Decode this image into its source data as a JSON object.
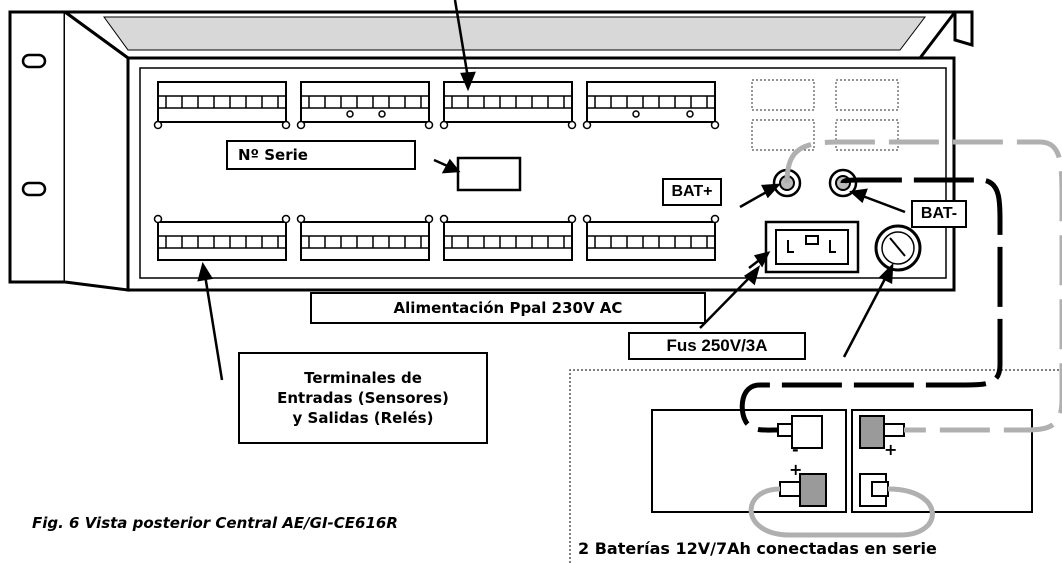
{
  "labels": {
    "serial": "Nº Serie",
    "bat_plus": "BAT+",
    "bat_minus": "BAT-",
    "power": "Alimentación Ppal 230V AC",
    "fuse": "Fus 250V/3A",
    "terminals": [
      "Terminales de",
      "Entradas (Sensores)",
      "y Salidas (Relés)"
    ],
    "battery_plus": "+",
    "battery_minus": "-"
  },
  "caption": "Fig. 6 Vista posterior Central AE/GI-CE616R",
  "battery_caption": "2 Baterías 12V/7Ah conectadas en serie",
  "colors": {
    "line": "#000000",
    "gray_wire": "#b0b0b0",
    "terminal_gray": "#9a9a9a"
  }
}
